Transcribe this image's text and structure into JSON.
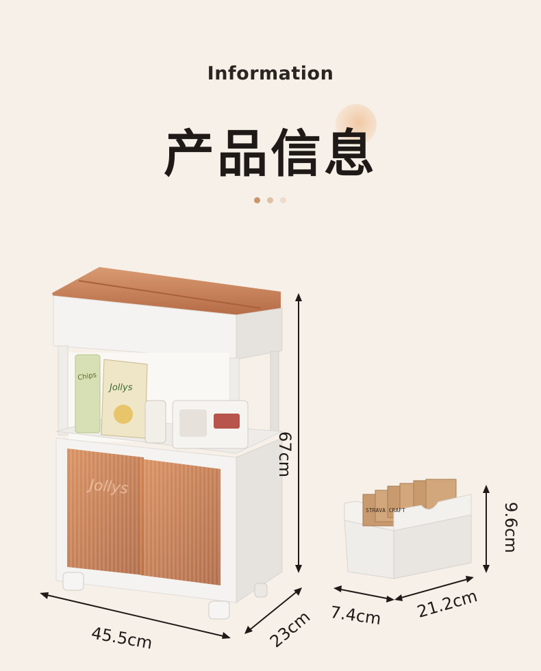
{
  "header": {
    "title_en": "Information",
    "title_cn": "产品信息"
  },
  "indicator": {
    "colors": [
      "#c8956d",
      "#dfc0a5",
      "#ecdccd"
    ]
  },
  "product_main": {
    "height_label": "67cm",
    "width_label": "45.5cm",
    "depth_label": "23cm",
    "shelf_items": {
      "chips_bag_text": "Jollys",
      "chips_tube_text": "Chips"
    },
    "door_text": "Jollys"
  },
  "product_box": {
    "height_label": "9.6cm",
    "depth_label": "7.4cm",
    "width_label": "21.2cm",
    "box_text": "STRAVA CRAFT"
  },
  "colors": {
    "accent": "#c87b55",
    "body": "#f3f1ee",
    "text": "#1f1a17"
  }
}
